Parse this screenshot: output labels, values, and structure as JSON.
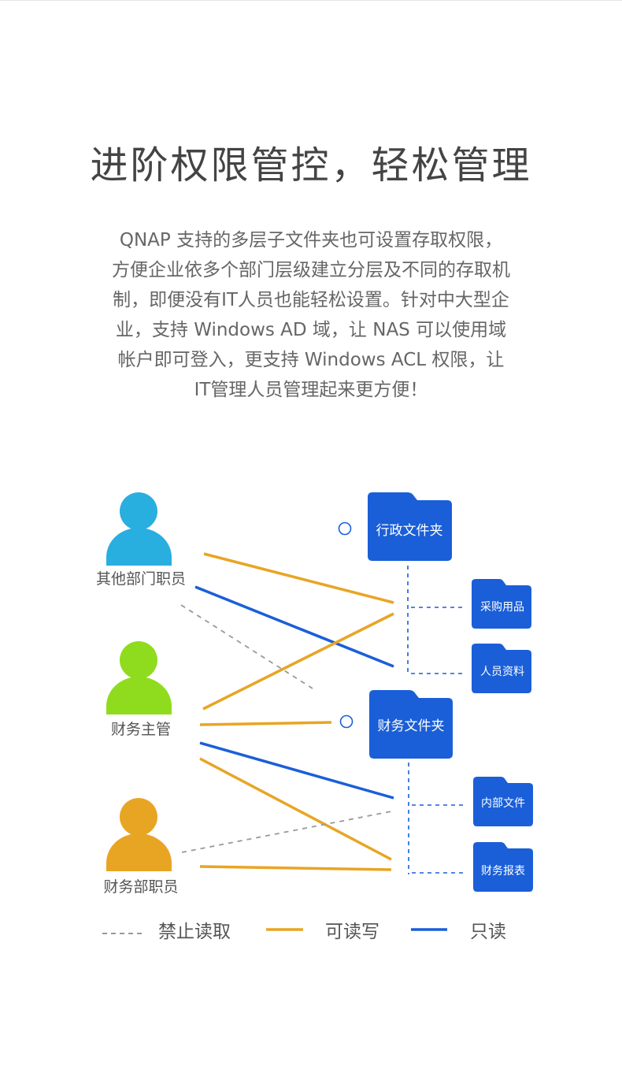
{
  "title": "进阶权限管控，轻松管理",
  "description_lines": [
    "QNAP 支持的多层子文件夹也可设置存取权限，",
    "方便企业依多个部门层级建立分层及不同的存取机",
    "制，即便没有IT人员也能轻松设置。针对中大型企",
    "业，支持 Windows AD 域，让 NAS 可以使用域",
    "帐户即可登入，更支持 Windows ACL 权限，让",
    "IT管理人员管理起来更方便！"
  ],
  "people": [
    {
      "label": "其他部门职员",
      "color": "#29aee0"
    },
    {
      "label": "财务主管",
      "color": "#8fdc1e"
    },
    {
      "label": "财务部职员",
      "color": "#e8a524"
    }
  ],
  "folders": {
    "admin": {
      "label": "行政文件夹"
    },
    "purchase": {
      "label": "采购用品"
    },
    "personnel": {
      "label": "人员资料"
    },
    "finance": {
      "label": "财务文件夹"
    },
    "internal": {
      "label": "内部文件"
    },
    "report": {
      "label": "财务报表"
    }
  },
  "legend": {
    "deny": "禁止读取",
    "read_write": "可读写",
    "read_only": "只读"
  },
  "colors": {
    "folder": "#1a5fd8",
    "read_write": "#e8a524",
    "read_only": "#1a5fd8",
    "deny": "#999999"
  }
}
